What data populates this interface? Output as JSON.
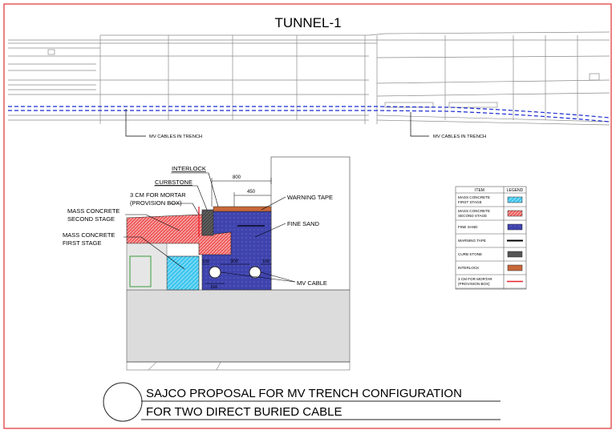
{
  "title": "TUNNEL-1",
  "plan": {
    "cable_label_left": "MV CABLES IN TRENCH",
    "cable_label_right": "MV CABLES IN TRENCH"
  },
  "section": {
    "labels": {
      "interlock": "INTERLOCK",
      "curbstone": "CURBSTONE",
      "mortar_1": "3 CM FOR MORTAR",
      "mortar_2": "(PROVISION BOX)",
      "mass2_1": "MASS CONCRETE",
      "mass2_2": "SECOND STAGE",
      "mass1_1": "MASS CONCRETE",
      "mass1_2": "FIRST STAGE",
      "warning_tape": "WARNING TAPE",
      "fine_sand": "FINE SAND",
      "mv_cable": "MV CABLE"
    },
    "dims": {
      "d800": "800",
      "d450": "450",
      "d300": "300",
      "d100a": "100",
      "d100b": "100",
      "d150": "150"
    }
  },
  "legend": {
    "header_item": "ITEM",
    "header_legend": "LEGEND",
    "rows": [
      {
        "item": "MASS CONCRETE FIRST STAGE",
        "item_1": "MASS CONCRETE",
        "item_2": "FIRST STAGE",
        "swatch": "#33bfe8"
      },
      {
        "item": "MASS CONCRETE SECOND STAGE",
        "item_1": "MASS CONCRETE",
        "item_2": "SECOND STAGE",
        "swatch": "#e8323a"
      },
      {
        "item": "FINE SAND",
        "item_1": "FINE SAND",
        "item_2": "",
        "swatch": "#3d3fa8"
      },
      {
        "item": "WARNING TAPE",
        "item_1": "WARNING TAPE",
        "item_2": "",
        "swatch": "#000000"
      },
      {
        "item": "CURB STONE",
        "item_1": "CURB STONE",
        "item_2": "",
        "swatch": "#555555"
      },
      {
        "item": "INTERLOCK",
        "item_1": "INTERLOCK",
        "item_2": "",
        "swatch": "#c8683a"
      },
      {
        "item": "3 CM FOR MORTAR (PROVISION BOX)",
        "item_1": "3 CM FOR MORTAR",
        "item_2": "(PROVISION BOX)",
        "swatch": "#e8202a"
      }
    ]
  },
  "caption": {
    "line1": "SAJCO PROPOSAL FOR MV TRENCH CONFIGURATION",
    "line2": "FOR TWO DIRECT BURIED CABLE"
  },
  "colors": {
    "frame": "#e03030",
    "sand": "#3d3fa8",
    "mass1": "#33bfe8",
    "mass2": "#e8323a",
    "interlock": "#c8683a",
    "curb": "#555555",
    "cable_line": "#1a2ad0",
    "ground": "#dcdcdc"
  }
}
